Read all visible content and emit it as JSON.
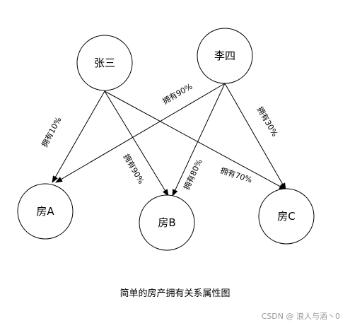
{
  "nodes": {
    "zhangsan": "张三",
    "lisi": "李四",
    "house_a": "房A",
    "house_b": "房B",
    "house_c": "房C"
  },
  "edges": [
    {
      "from": "zhangsan",
      "to": "house_a",
      "label": "拥有10%"
    },
    {
      "from": "zhangsan",
      "to": "house_b",
      "label": "拥有90%"
    },
    {
      "from": "zhangsan",
      "to": "house_c",
      "label": "拥有70%"
    },
    {
      "from": "lisi",
      "to": "house_a",
      "label": "拥有90%"
    },
    {
      "from": "lisi",
      "to": "house_b",
      "label": "拥有80%"
    },
    {
      "from": "lisi",
      "to": "house_c",
      "label": "拥有30%"
    }
  ],
  "caption": "简单的房产拥有关系属性图",
  "watermark": "CSDN @ 浪人与酒丶0",
  "colors": {
    "stroke": "#000000",
    "background": "#ffffff",
    "watermark": "#9a9a9a"
  }
}
